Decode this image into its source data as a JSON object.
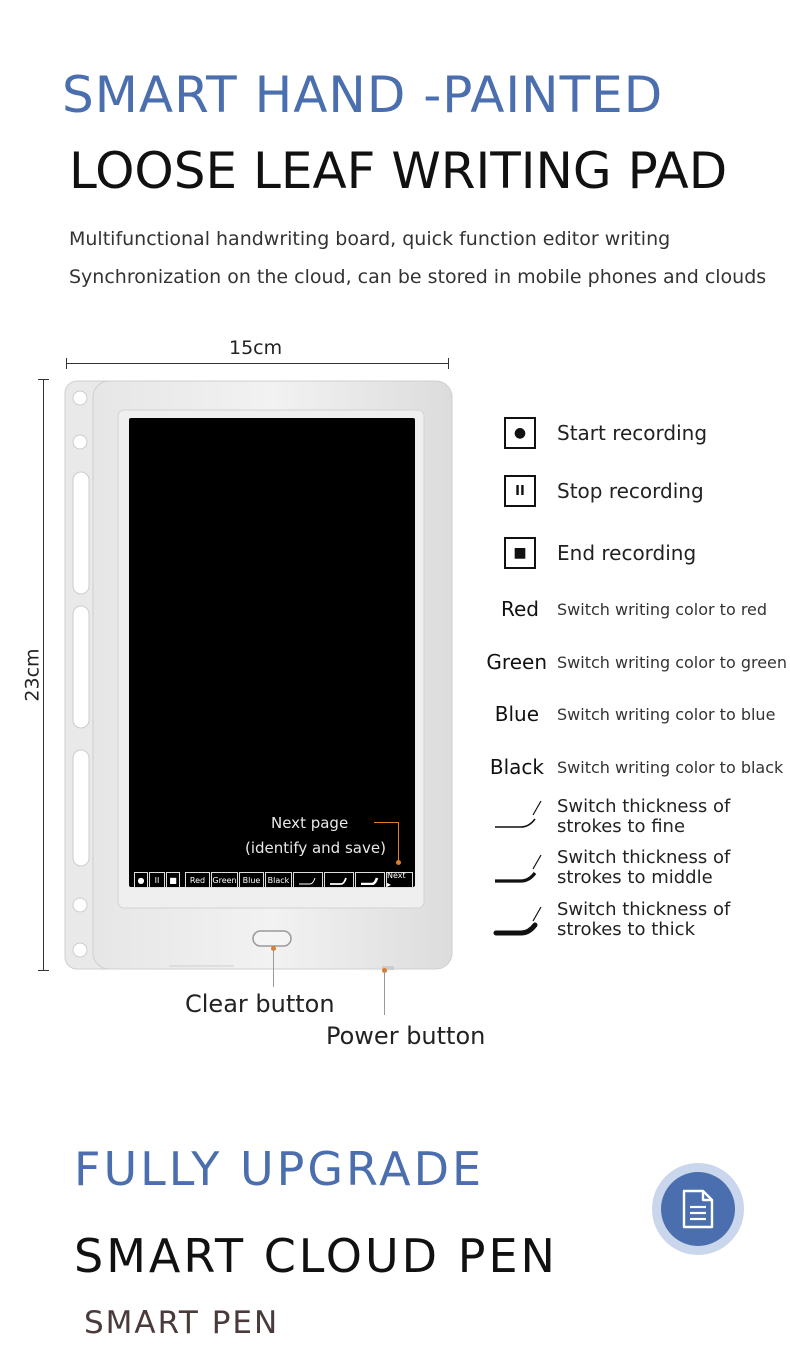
{
  "header": {
    "title_line1": "SMART HAND -PAINTED",
    "title_line2": "LOOSE LEAF WRITING PAD",
    "desc_line1": "Multifunctional handwriting board, quick function editor writing",
    "desc_line2": "Synchronization on the cloud, can be stored in mobile phones and clouds"
  },
  "dimensions": {
    "width": "15cm",
    "height": "23cm"
  },
  "device_screen": {
    "callout_line1": "Next page",
    "callout_line2": "(identify and save)",
    "toolbar": [
      "●",
      "II",
      "■",
      "Red",
      "Green",
      "Blue",
      "Black",
      "",
      "",
      "",
      "Next ▸"
    ]
  },
  "callouts": {
    "clear": "Clear button",
    "power": "Power button"
  },
  "legend": {
    "icons": [
      {
        "symbol": "●",
        "label": "Start recording"
      },
      {
        "symbol": "II",
        "label": "Stop recording"
      },
      {
        "symbol": "■",
        "label": "End recording"
      }
    ],
    "colors": [
      {
        "word": "Red",
        "desc": "Switch writing color to red"
      },
      {
        "word": "Green",
        "desc": "Switch writing color to green"
      },
      {
        "word": "Blue",
        "desc": "Switch writing color to blue"
      },
      {
        "word": "Black",
        "desc": "Switch writing color to black"
      }
    ],
    "strokes": [
      {
        "line1": "Switch thickness of",
        "line2": "strokes to fine"
      },
      {
        "line1": "Switch thickness of",
        "line2": "strokes to middle"
      },
      {
        "line1": "Switch thickness of",
        "line2": "strokes to thick"
      }
    ]
  },
  "upgrade": {
    "line1": "FULLY UPGRADE",
    "line2": "SMART CLOUD PEN",
    "line3": "SMART PEN",
    "badge_icon": "document-icon",
    "accent": "#4b6fae"
  }
}
